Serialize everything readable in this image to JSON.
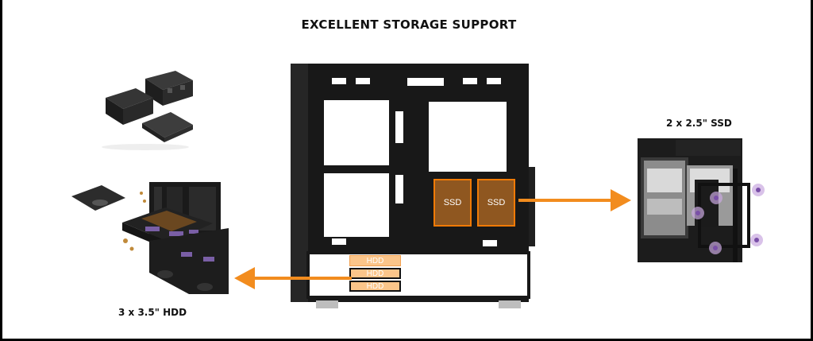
{
  "title": "EXCELLENT STORAGE SUPPORT",
  "ssd_label": "2 x 2.5\" SSD",
  "hdd_label": "3 x 3.5\" HDD",
  "ssd_slots": [
    "SSD",
    "SSD"
  ],
  "hdd_slots": [
    "HDD",
    "HDD",
    "HDD"
  ],
  "colors": {
    "accent_orange": "#f28c1e",
    "case_black": "#1b1b1b",
    "screw_purple": "#a57cc7"
  }
}
